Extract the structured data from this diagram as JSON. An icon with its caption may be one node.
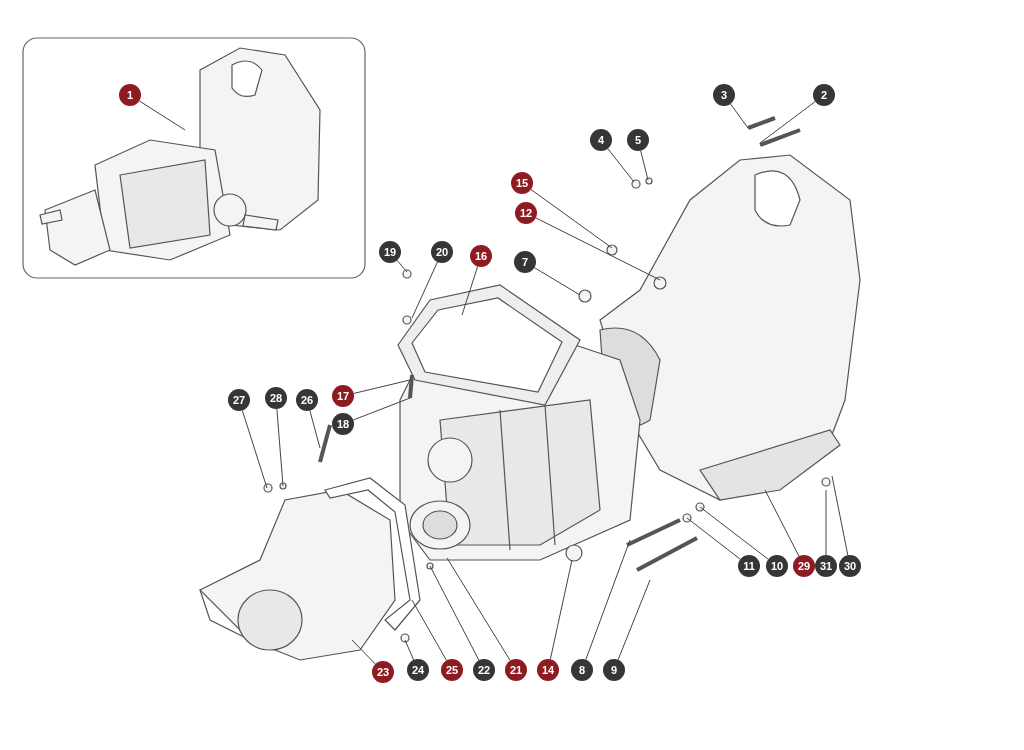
{
  "diagram": {
    "nodes": [
      {
        "text": [
          "1"
        ]
      },
      {
        "text": [
          "2"
        ]
      },
      {
        "text": [
          "3"
        ]
      },
      {
        "text": [
          "4"
        ]
      },
      {
        "text": [
          "5"
        ]
      },
      {
        "text": [
          "15"
        ]
      },
      {
        "text": [
          "12"
        ]
      },
      {
        "text": [
          "7"
        ]
      },
      {
        "text": [
          "19"
        ]
      },
      {
        "text": [
          "20"
        ]
      },
      {
        "text": [
          "16"
        ]
      },
      {
        "text": [
          "17"
        ]
      },
      {
        "text": [
          "18"
        ]
      },
      {
        "text": [
          "27"
        ]
      },
      {
        "text": [
          "28"
        ]
      },
      {
        "text": [
          "26"
        ]
      },
      {
        "text": [
          "11"
        ]
      },
      {
        "text": [
          "10"
        ]
      },
      {
        "text": [
          "29"
        ]
      },
      {
        "text": [
          "31"
        ]
      },
      {
        "text": [
          "30"
        ]
      },
      {
        "text": [
          "23"
        ]
      },
      {
        "text": [
          "24"
        ]
      },
      {
        "text": [
          "25"
        ]
      },
      {
        "text": [
          "22"
        ]
      },
      {
        "text": [
          "21"
        ]
      },
      {
        "text": [
          "14"
        ]
      },
      {
        "text": [
          "8"
        ]
      },
      {
        "text": [
          "9"
        ]
      }
    ],
    "edges": [
      {
        "from": 0,
        "to": null,
        "arrow": "none"
      },
      {
        "from": 1,
        "to": null,
        "arrow": "none"
      },
      {
        "from": 2,
        "to": null,
        "arrow": "none"
      },
      {
        "from": 3,
        "to": null,
        "arrow": "none"
      },
      {
        "from": 4,
        "to": null,
        "arrow": "none"
      },
      {
        "from": 5,
        "to": null,
        "arrow": "none"
      },
      {
        "from": 6,
        "to": null,
        "arrow": "none"
      },
      {
        "from": 7,
        "to": null,
        "arrow": "none"
      },
      {
        "from": 8,
        "to": null,
        "arrow": "none"
      },
      {
        "from": 9,
        "to": null,
        "arrow": "none"
      },
      {
        "from": 10,
        "to": null,
        "arrow": "none"
      },
      {
        "from": 11,
        "to": null,
        "arrow": "none"
      },
      {
        "from": 12,
        "to": null,
        "arrow": "none"
      },
      {
        "from": 13,
        "to": null,
        "arrow": "none"
      },
      {
        "from": 14,
        "to": null,
        "arrow": "none"
      },
      {
        "from": 15,
        "to": null,
        "arrow": "none"
      },
      {
        "from": 16,
        "to": null,
        "arrow": "none"
      },
      {
        "from": 17,
        "to": null,
        "arrow": "none"
      },
      {
        "from": 18,
        "to": null,
        "arrow": "none"
      },
      {
        "from": 19,
        "to": null,
        "arrow": "none"
      },
      {
        "from": 20,
        "to": null,
        "arrow": "none"
      },
      {
        "from": 21,
        "to": null,
        "arrow": "none"
      },
      {
        "from": 22,
        "to": null,
        "arrow": "none"
      },
      {
        "from": 23,
        "to": null,
        "arrow": "none"
      },
      {
        "from": 24,
        "to": null,
        "arrow": "none"
      },
      {
        "from": 25,
        "to": null,
        "arrow": "none"
      },
      {
        "from": 26,
        "to": null,
        "arrow": "none"
      },
      {
        "from": 27,
        "to": null,
        "arrow": "none"
      },
      {
        "from": 28,
        "to": null,
        "arrow": "none"
      }
    ]
  }
}
